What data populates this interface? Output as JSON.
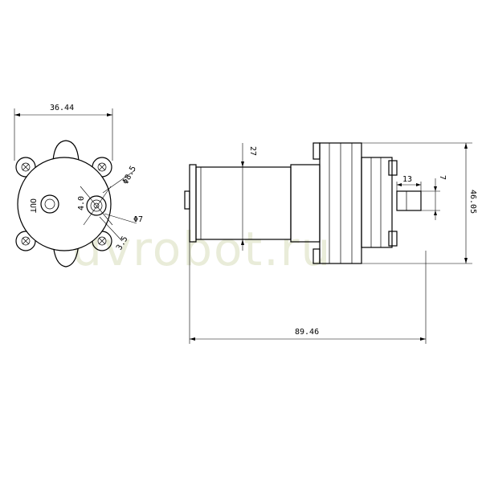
{
  "front_view": {
    "width_label": "36.44",
    "hole_label": "Φ8.5",
    "shaft_label": "Φ7",
    "small_label_a": "4.0",
    "small_label_b": "3.5",
    "outlet_label": "OUT"
  },
  "side_view": {
    "body_height_label": "27",
    "length_label": "89.46",
    "height_label": "46.05",
    "nozzle_length_label": "13",
    "nozzle_dia_label": "7"
  },
  "watermark": "dvrobot.ru"
}
